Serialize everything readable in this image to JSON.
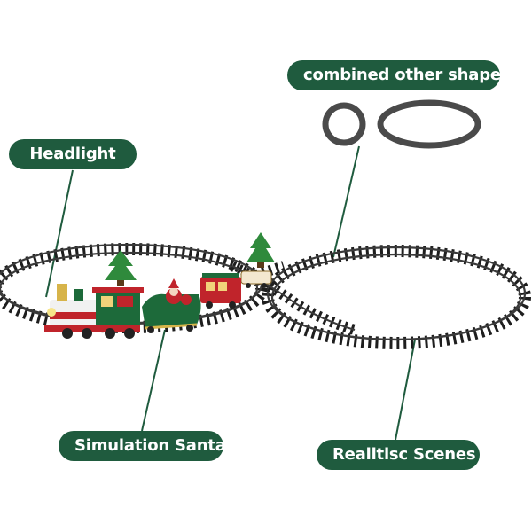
{
  "colors": {
    "accent": "#1f5b3e",
    "label_text": "#ffffff",
    "track_rail": "#3a3a3a",
    "track_tie": "#1e1e1e",
    "leader_line": "#1f5b3e",
    "ring_gray": "#4a4a4a",
    "tree_green": "#2f8a3c",
    "train_red": "#c0242b",
    "train_green": "#1d6a3a"
  },
  "labels": {
    "shapes": "combined other shapes",
    "headlight": "Headlight",
    "santa": "Simulation Santa",
    "scenes": "Realitisc Scenes"
  },
  "image": {
    "subject": "christmas-train-figure-eight-track",
    "icons": [
      "small-ring-icon",
      "oval-ring-icon",
      "christmas-tree-icon",
      "locomotive",
      "santa-sleigh-car",
      "passenger-car"
    ]
  }
}
